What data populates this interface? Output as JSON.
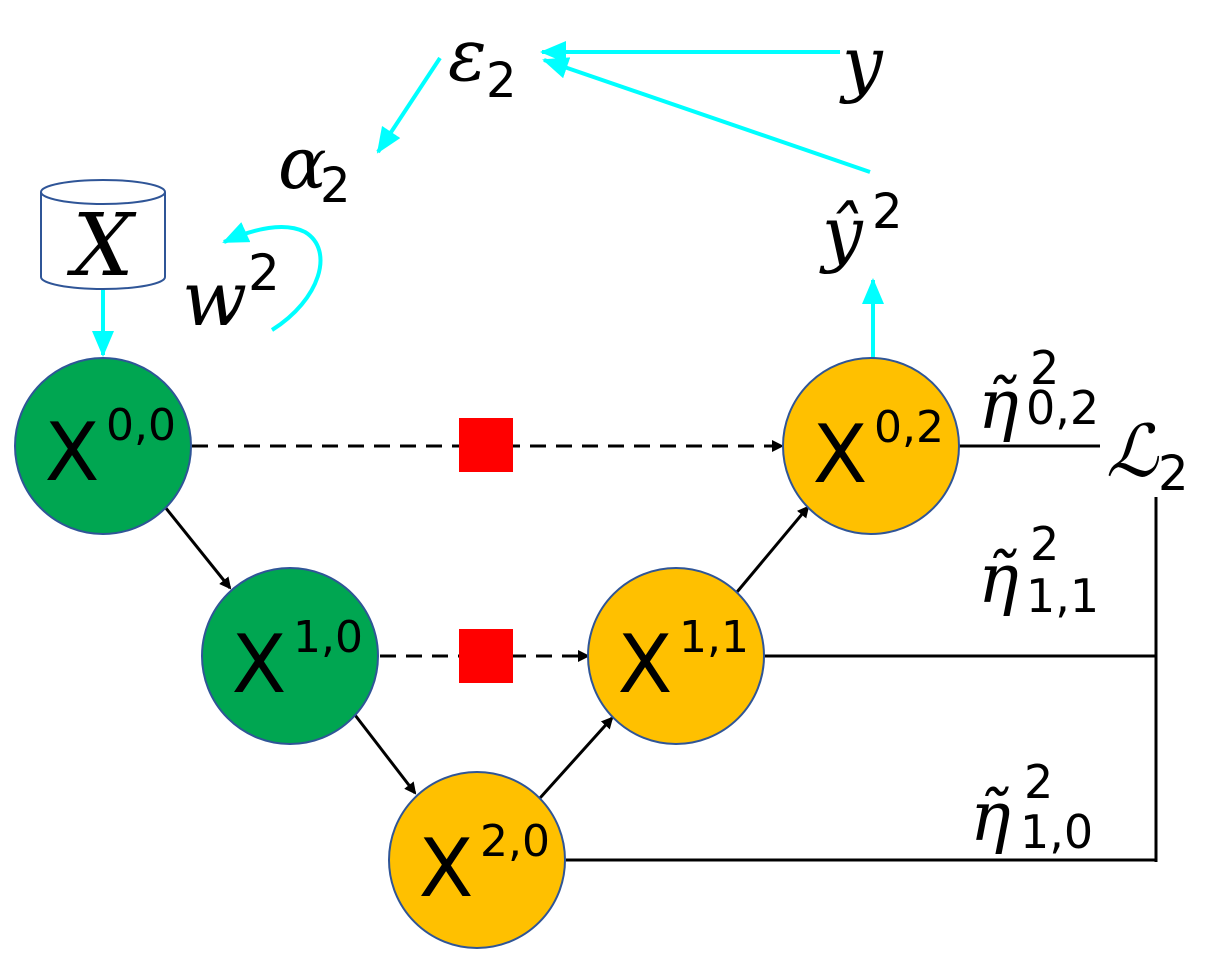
{
  "colors": {
    "encoder_node": "#00A651",
    "decoder_node": "#FFC000",
    "node_border": "#2F5597",
    "cyan_arrow": "#00FFFF",
    "skip_marker": "#FF0000",
    "line": "#000000"
  },
  "input": {
    "symbol": "X",
    "icon": "database-cylinder-icon"
  },
  "nodes": {
    "x00": {
      "base": "X",
      "sup": "0,0"
    },
    "x10": {
      "base": "X",
      "sup": "1,0"
    },
    "x20": {
      "base": "X",
      "sup": "2,0"
    },
    "x11": {
      "base": "X",
      "sup": "1,1"
    },
    "x02": {
      "base": "X",
      "sup": "0,2"
    }
  },
  "labels": {
    "epsilon": {
      "base": "ε",
      "sub": "2"
    },
    "alpha": {
      "base": "α",
      "sub": "2"
    },
    "y": {
      "base": "y"
    },
    "yhat": {
      "base": "ŷ",
      "sup": "2"
    },
    "w": {
      "base": "w",
      "sup": "2"
    },
    "loss": {
      "base": "ℒ",
      "sub": "2"
    },
    "eta02": {
      "base": "η̃",
      "sup": "2",
      "sub": "0,2"
    },
    "eta11": {
      "base": "η̃",
      "sup": "2",
      "sub": "1,1"
    },
    "eta10": {
      "base": "η̃",
      "sup": "2",
      "sub": "1,0"
    }
  }
}
